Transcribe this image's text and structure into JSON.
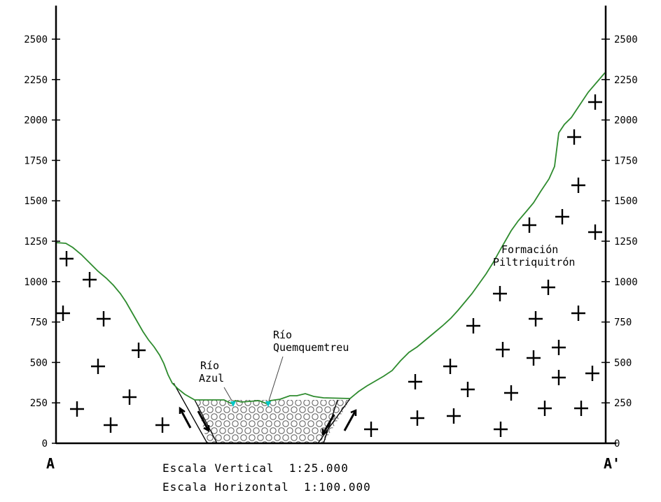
{
  "axis": {
    "ticks": [
      0,
      250,
      500,
      750,
      1000,
      1250,
      1500,
      1750,
      2000,
      2250,
      2500
    ],
    "tick_labels": [
      "0",
      "250",
      "500",
      "750",
      "1000",
      "1250",
      "1500",
      "1750",
      "2000",
      "2250",
      "2500"
    ]
  },
  "ends": {
    "left": "A",
    "right": "A'"
  },
  "labels": {
    "rio_azul": [
      "Río",
      "Azul"
    ],
    "rio_quemquemtreu": [
      "Río",
      "Quemquemtreu"
    ],
    "formacion": [
      "Formación",
      "Piltriquitrón"
    ]
  },
  "scale": {
    "vertical": "Escala Vertical  1:25.000",
    "horizontal": "Escala Horizontal  1:100.000"
  },
  "colors": {
    "surface": "#2e8b2e",
    "river": "#00c8c8",
    "ink": "#000000"
  },
  "symbols": {
    "rock": "plus-cross",
    "fill": "circle-gravel",
    "fault_motion": "arrows"
  }
}
